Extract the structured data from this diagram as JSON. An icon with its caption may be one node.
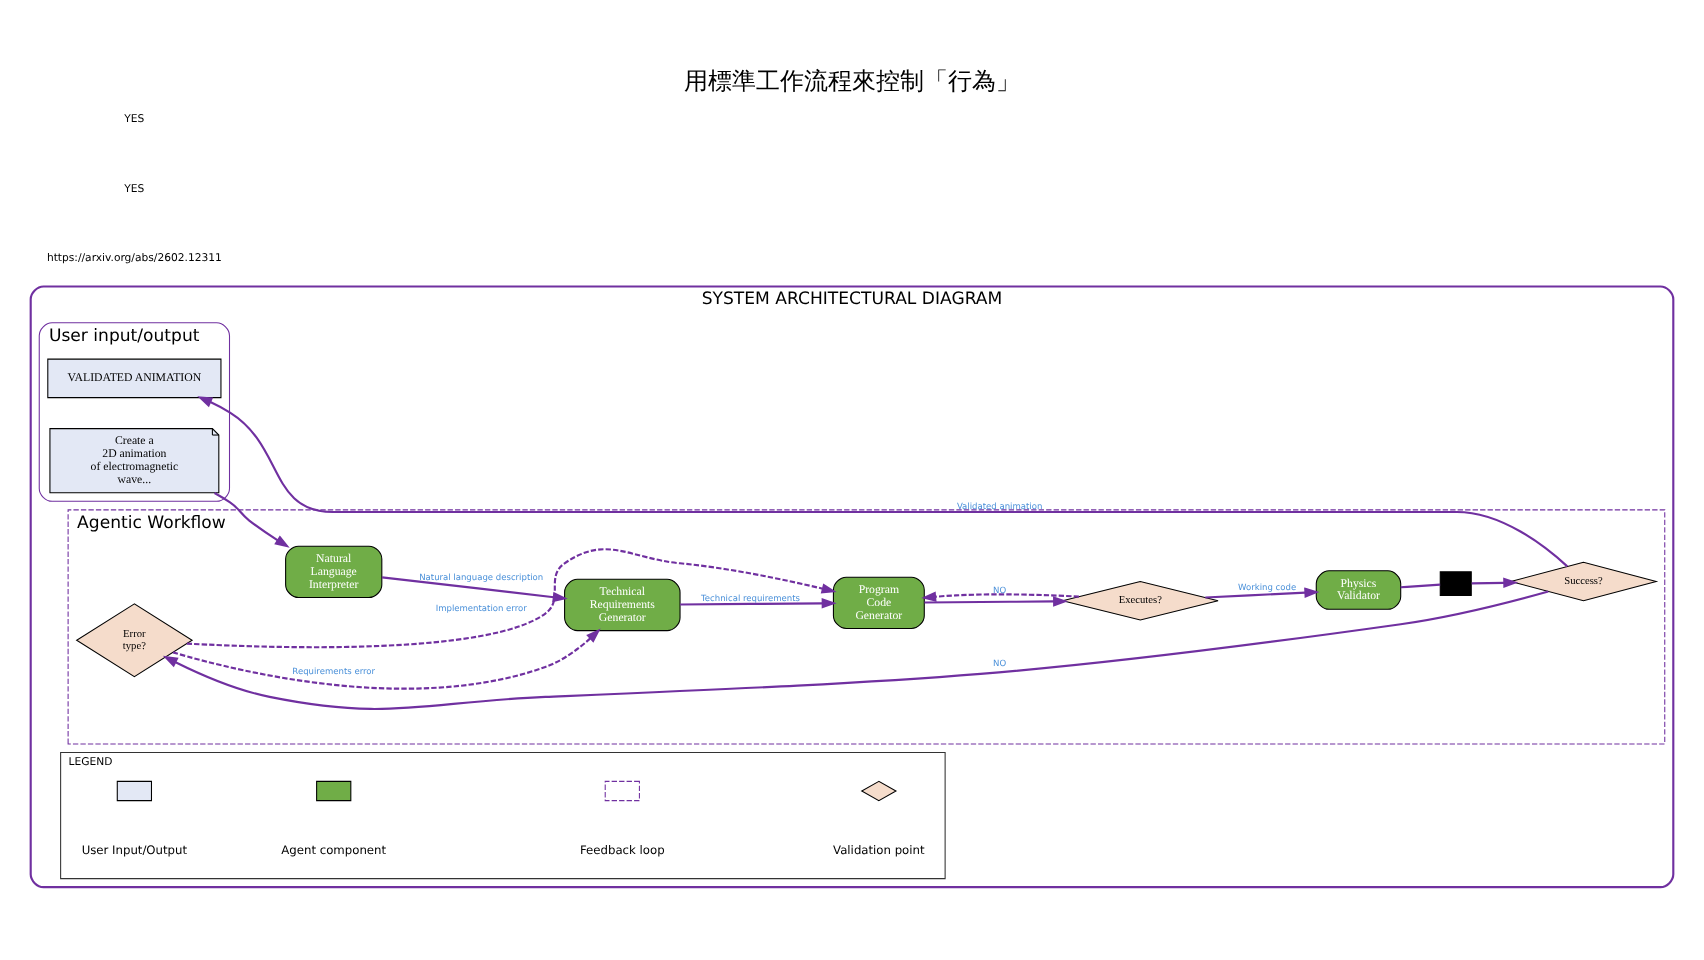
{
  "diagram": {
    "title": "用標準工作流程來控制「行為」",
    "nodes": [
      {
        "text": [
          "SYSTEM ARCHITECTURAL DIAGRAM"
        ]
      },
      {
        "text": [
          "User input/output"
        ],
        "in": 0
      },
      {
        "text": [
          "Agentic Workflow"
        ],
        "in": 0
      },
      {
        "text": [
          "Create a 2D animation of electromagnetic wave..."
        ],
        "in": 1
      },
      {
        "text": [
          "VALIDATED ANIMATION"
        ],
        "in": 1
      },
      {
        "text": [
          "Natural Language Interpreter"
        ],
        "in": 2
      },
      {
        "text": [
          "Technical Requirements Generator"
        ],
        "in": 2
      },
      {
        "text": [
          "Program Code Generator"
        ],
        "in": 2
      },
      {
        "text": [
          "Executes?"
        ],
        "in": 2
      },
      {
        "text": [
          "Physics Validator"
        ],
        "in": 2
      },
      {
        "text": [],
        "shape": "box",
        "in": 2
      },
      {
        "text": [
          "Success?"
        ],
        "in": 2
      },
      {
        "text": [
          "Error type?"
        ],
        "in": 2
      },
      {
        "text": [
          "LEGEND"
        ],
        "in": 0
      }
    ],
    "edges": [
      {
        "from": 3,
        "to": 5,
        "arrow": "to"
      },
      {
        "from": 5,
        "to": 6,
        "arrow": "to",
        "label": "Natural language description"
      },
      {
        "from": 6,
        "to": 7,
        "arrow": "to",
        "label": "Technical requirements"
      },
      {
        "from": 7,
        "to": 8,
        "arrow": "to"
      },
      {
        "from": 8,
        "to": 7,
        "arrow": "to",
        "label": "NO",
        "style": "dashed"
      },
      {
        "from": 8,
        "to": 9,
        "arrow": "to",
        "label": "Working code"
      },
      {
        "from": 9,
        "to": 10,
        "arrow": "none"
      },
      {
        "from": 10,
        "to": 11,
        "arrow": "to"
      },
      {
        "from": 11,
        "to": 4,
        "arrow": "to",
        "label": "Validated animation"
      },
      {
        "from": 11,
        "to": 12,
        "arrow": "to",
        "label": "NO"
      },
      {
        "from": 12,
        "to": 6,
        "arrow": "to",
        "label": "Requirements error",
        "style": "dashed"
      },
      {
        "from": 12,
        "to": 7,
        "arrow": "to",
        "label": "Implementation error",
        "style": "dashed"
      }
    ],
    "labels": [
      "https://arxiv.org/abs/2602.12311",
      "YES",
      "YES"
    ],
    "legend": [
      {
        "text": "User Input/Output",
        "color": "#e3e8f5"
      },
      {
        "text": "Agent component",
        "color": "#70ad47"
      },
      {
        "text": "Feedback loop"
      },
      {
        "text": "Validation point"
      }
    ]
  }
}
